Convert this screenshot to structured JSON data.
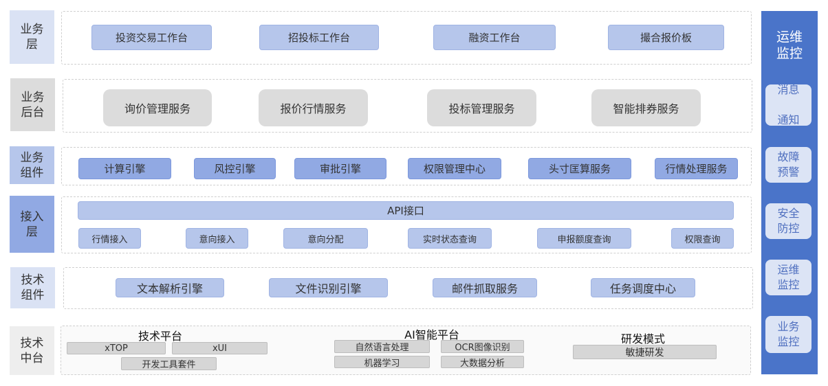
{
  "layers": {
    "biz": {
      "label": "业务\n层",
      "items": [
        "投资交易工作台",
        "招投标工作台",
        "融资工作台",
        "撮合报价板"
      ]
    },
    "backend": {
      "label": "业务\n后台",
      "items": [
        "询价管理服务",
        "报价行情服务",
        "投标管理服务",
        "智能排券服务"
      ]
    },
    "components": {
      "label": "业务\n组件",
      "items": [
        "计算引擎",
        "风控引擎",
        "审批引擎",
        "权限管理中心",
        "头寸匡算服务",
        "行情处理服务"
      ]
    },
    "access": {
      "label": "接入\n层",
      "api": "API接口",
      "items": [
        "行情接入",
        "意向接入",
        "意向分配",
        "实时状态查询",
        "申报额度查询",
        "权限查询"
      ]
    },
    "tech_components": {
      "label": "技术\n组件",
      "items": [
        "文本解析引擎",
        "文件识别引擎",
        "邮件抓取服务",
        "任务调度中心"
      ]
    },
    "tech_platform": {
      "label": "技术\n中台",
      "platforms": [
        {
          "title": "技术平台",
          "items": [
            "xTOP",
            "xUI",
            "开发工具套件"
          ]
        },
        {
          "title": "AI智能平台",
          "items": [
            "自然语言处理",
            "OCR图像识别",
            "机器学习",
            "大数据分析"
          ]
        },
        {
          "title": "研发模式",
          "items": [
            "敏捷研发"
          ]
        }
      ]
    }
  },
  "sidebar": {
    "title": "运维\n监控",
    "items": [
      "消息\n\n通知",
      "故障\n预警",
      "安全\n防控",
      "运维\n监控",
      "业务\n监控"
    ]
  },
  "colors": {
    "sidebar": "#4a74c9",
    "sidebar_item": "#dce4f5",
    "box_light": "#b6c6eb",
    "box_mid": "#91a9e3",
    "box_grey": "#dcdcdc",
    "label_biz": "#dae2f4",
    "label_component": "#b6c6eb",
    "label_access": "#91a9e3",
    "label_grey": "#eeeeee"
  }
}
